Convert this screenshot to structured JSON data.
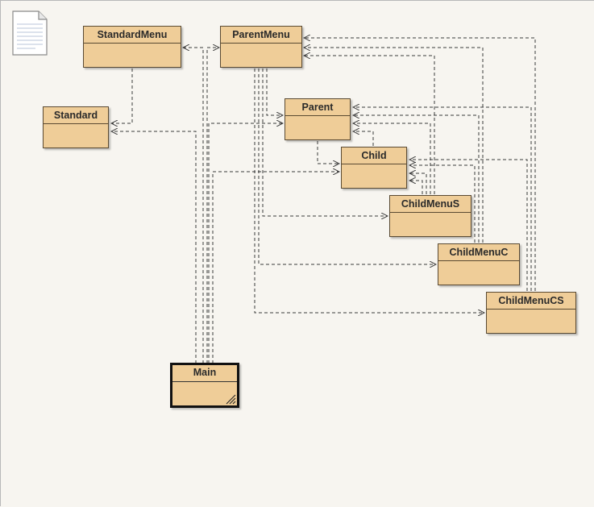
{
  "diagram": {
    "classes": {
      "standard_menu": "StandardMenu",
      "parent_menu": "ParentMenu",
      "standard": "Standard",
      "parent": "Parent",
      "child": "Child",
      "child_menu_s": "ChildMenuS",
      "child_menu_c": "ChildMenuC",
      "child_menu_cs": "ChildMenuCS",
      "main": "Main"
    },
    "selected_class": "Main",
    "colors": {
      "canvas_background": "#f7f5f0",
      "class_fill": "#efcd98",
      "class_border": "#5a4a32",
      "edge_color": "#3a3a3a"
    },
    "edge_style": "dashed dependency arrows"
  }
}
